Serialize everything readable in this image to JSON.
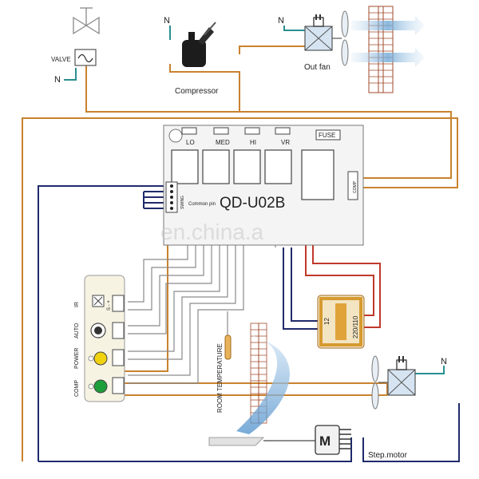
{
  "board": {
    "model": "QD-U02B",
    "fuse_label": "FUSE",
    "relay_labels": [
      "LO",
      "MED",
      "HI",
      "VR"
    ],
    "comp_pin_label": "COMP",
    "swing_label": "SWING",
    "common_pin_label": "Common pin"
  },
  "components": {
    "valve_label": "VALVE",
    "compressor_label": "Compressor",
    "out_fan_label": "Out fan",
    "neutral_label": "N",
    "room_temp_label": "ROOM TEMPERATURE",
    "transformer_primary": "220/110",
    "transformer_secondary": "12",
    "step_motor_label": "Step.motor",
    "motor_letter": "M"
  },
  "panel": {
    "labels": [
      "IR",
      "AUTO",
      "POWER",
      "COMP"
    ],
    "ir_pins": "S - +"
  },
  "watermark": "en.china.a",
  "colors": {
    "orange_wire": "#c9822e",
    "navy_wire": "#1f2a6b",
    "red_wire": "#c0392b",
    "teal_wire": "#2a8f92",
    "gray_wire": "#8a8a8a",
    "power_led": "#f1d20f",
    "comp_led": "#1e9e3a",
    "transformer": "#e0a33a"
  }
}
